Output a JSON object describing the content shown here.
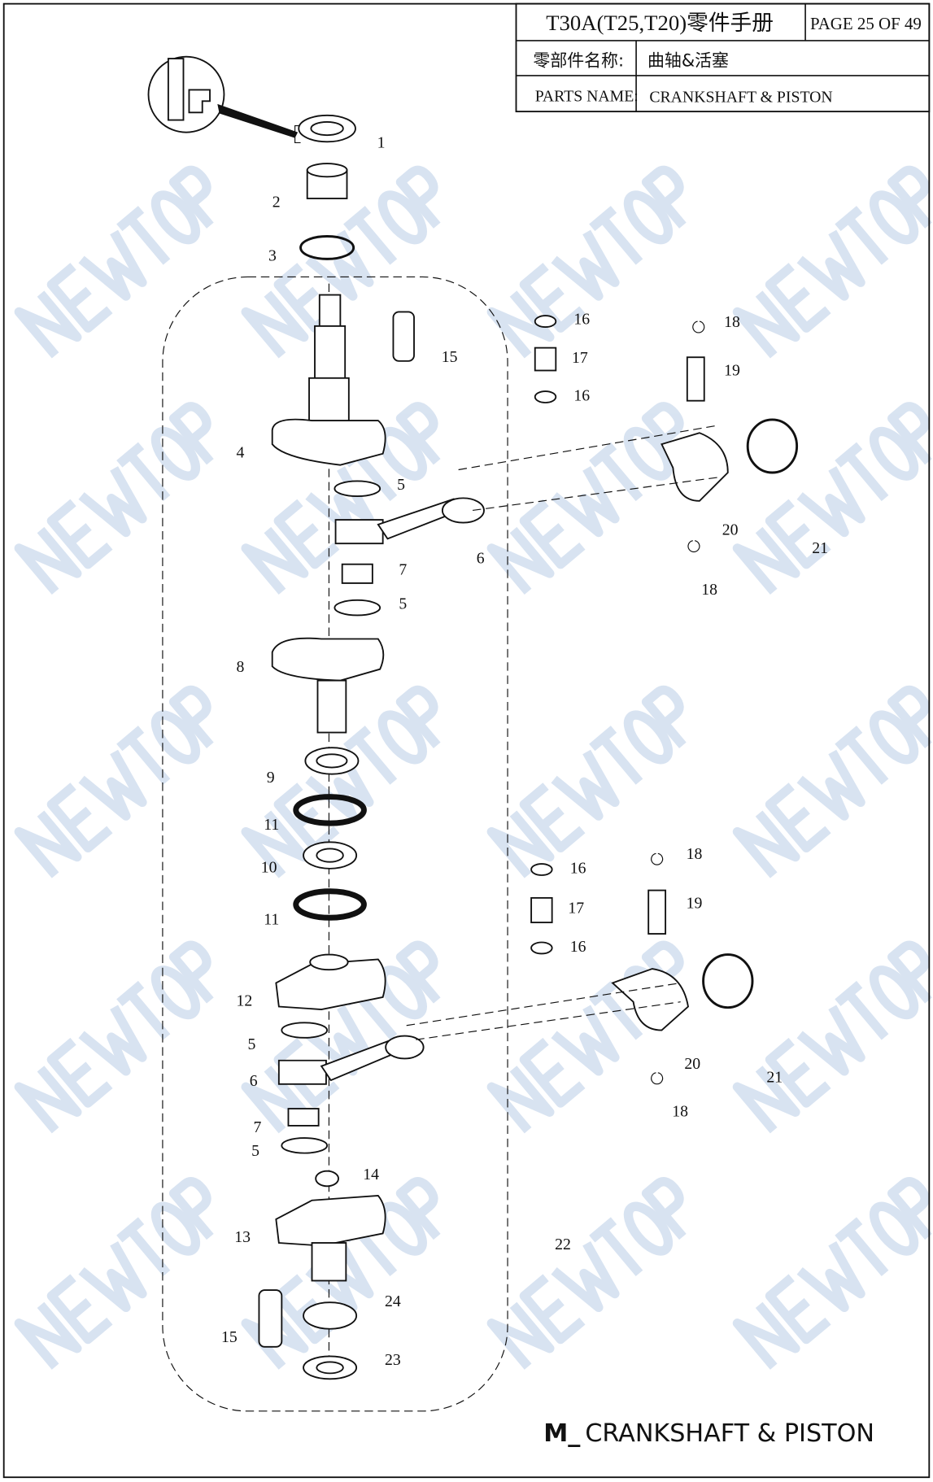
{
  "header": {
    "title": "T30A(T25,T20)零件手册",
    "page": "PAGE 25 OF 49",
    "cn_label": "零部件名称:",
    "cn_value": "曲轴&活塞",
    "en_label": "PARTS NAME:",
    "en_value": "CRANKSHAFT & PISTON"
  },
  "footer_title_prefix": "M_",
  "footer_title": "CRANKSHAFT & PISTON",
  "watermark": "NEWTOP",
  "callouts": [
    "1",
    "2",
    "3",
    "4",
    "15",
    "16",
    "17",
    "16",
    "18",
    "19",
    "5",
    "6",
    "20",
    "21",
    "18",
    "7",
    "5",
    "8",
    "9",
    "11",
    "10",
    "11",
    "16",
    "17",
    "16",
    "18",
    "19",
    "12",
    "5",
    "6",
    "20",
    "21",
    "18",
    "7",
    "5",
    "14",
    "13",
    "22",
    "15",
    "24",
    "23"
  ]
}
